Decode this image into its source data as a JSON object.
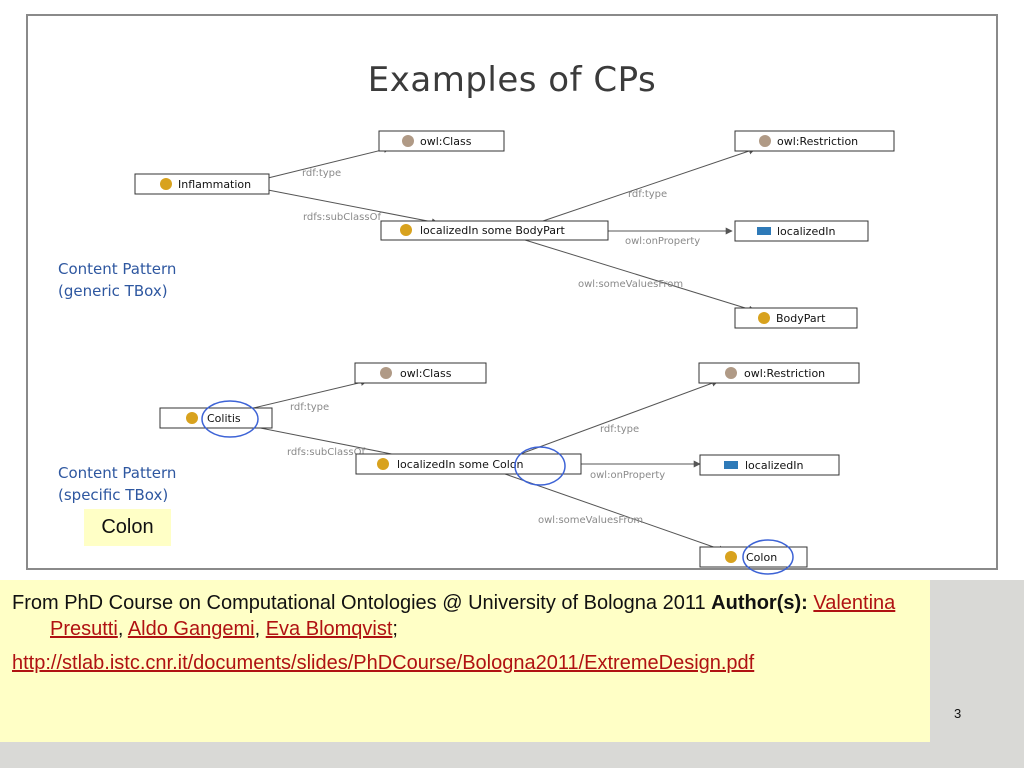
{
  "slide": {
    "title": "Examples of CPs",
    "page_number": "3"
  },
  "diagram": {
    "colors": {
      "class_dot": "#b09a86",
      "individual_dot": "#d8a21e",
      "property_square": "#2e7ab8",
      "section_text": "#2e57a0",
      "highlight_circle": "#3d63d6"
    },
    "generic": {
      "section_label": [
        "Content Pattern",
        "(generic TBox)"
      ],
      "nodes": {
        "inflammation": "Inflammation",
        "owl_class": "owl:Class",
        "restriction": "localizedIn some BodyPart",
        "owl_restriction": "owl:Restriction",
        "localized_in": "localizedIn",
        "body_part": "BodyPart"
      },
      "edges": {
        "type_class": "rdf:type",
        "subclass": "rdfs:subClassOf",
        "type_restriction": "rdf:type",
        "on_property": "owl:onProperty",
        "some_values": "owl:someValuesFrom"
      }
    },
    "specific": {
      "section_label": [
        "Content Pattern",
        "(specific TBox)"
      ],
      "nodes": {
        "colitis": "Colitis",
        "owl_class": "owl:Class",
        "restriction": "localizedIn some Colon",
        "owl_restriction": "owl:Restriction",
        "localized_in": "localizedIn",
        "colon": "Colon"
      },
      "edges": {
        "type_class": "rdf:type",
        "subclass": "rdfs:subClassOf",
        "type_restriction": "rdf:type",
        "on_property": "owl:onProperty",
        "some_values": "owl:someValuesFrom"
      }
    },
    "callout": "Colon"
  },
  "credits": {
    "source_text": "From PhD Course on Computational Ontologies @ University of Bologna 2011 ",
    "authors_label": "Author(s):",
    "authors": [
      "Valentina Presutti",
      "Aldo Gangemi",
      "Eva Blomqvist"
    ],
    "separator": ", ",
    "terminator": ";",
    "url": "http://stlab.istc.cnr.it/documents/slides/PhDCourse/Bologna2011/ExtremeDesign.pdf"
  }
}
